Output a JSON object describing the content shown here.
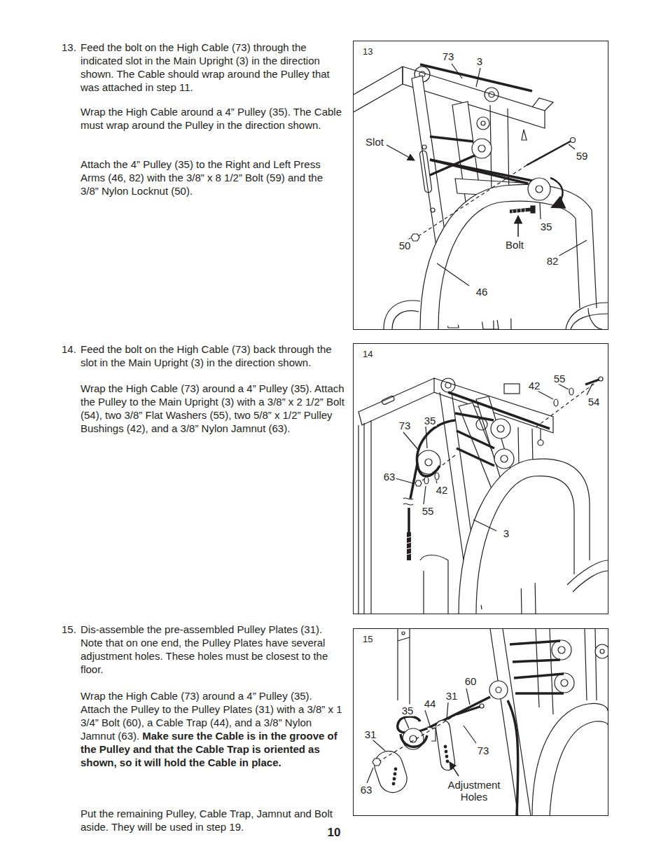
{
  "diagram": {
    "nodes": [
      {
        "text": [
          "13"
        ]
      },
      {
        "text": [
          "14"
        ]
      },
      {
        "text": [
          "15"
        ]
      }
    ],
    "labels": [
      "13.",
      "Feed the bolt on the High Cable (73) through the indicated slot in the Main Upright (3) in the direction shown. The Cable should wrap around the Pulley that was attached in step 11.",
      "Wrap the High Cable around a 4” Pulley (35). The Cable must wrap around the Pulley in the direction shown.",
      "Attach the 4” Pulley (35) to the Right and Left Press Arms (46, 82) with the 3/8” x 8 1/2” Bolt (59) and the 3/8” Nylon Locknut (50).",
      "73",
      "3",
      "Slot",
      "59",
      "35",
      "Bolt",
      "50",
      "82",
      "46",
      "14.",
      "Feed the bolt on the High Cable (73) back through the slot in the Main Upright (3) in the direction shown.",
      "Wrap the High Cable (73) around a 4” Pulley (35). Attach the Pulley to the Main Upright (3) with a 3/8” x 2 1/2” Bolt (54), two 3/8” Flat Washers (55), two 5/8” x 1/2” Pulley Bushings (42), and a 3/8” Nylon Jamnut (63).",
      "42",
      "55",
      "54",
      "35",
      "73",
      "63",
      "42",
      "55",
      "3",
      "15.",
      "Dis-assemble the pre-assembled Pulley Plates (31). Note that on one end, the Pulley Plates have several adjustment holes. These holes must be closest to the floor.",
      "Wrap the High Cable (73) around a 4” Pulley (35). Attach the Pulley to the Pulley Plates (31) with a 3/8” x 1 3/4” Bolt (60), a Cable Trap (44), and a 3/8” Nylon Jamnut (63).",
      "Make sure the Cable is in the groove of the Pulley and that the Cable Trap is oriented as shown, so it will hold the Cable in place.",
      "Put the remaining Pulley, Cable Trap, Jamnut and Bolt aside. They will be used in step 19.",
      "60",
      "31",
      "44",
      "35",
      "31",
      "73",
      "63",
      "Adjustment Holes",
      "10"
    ]
  }
}
